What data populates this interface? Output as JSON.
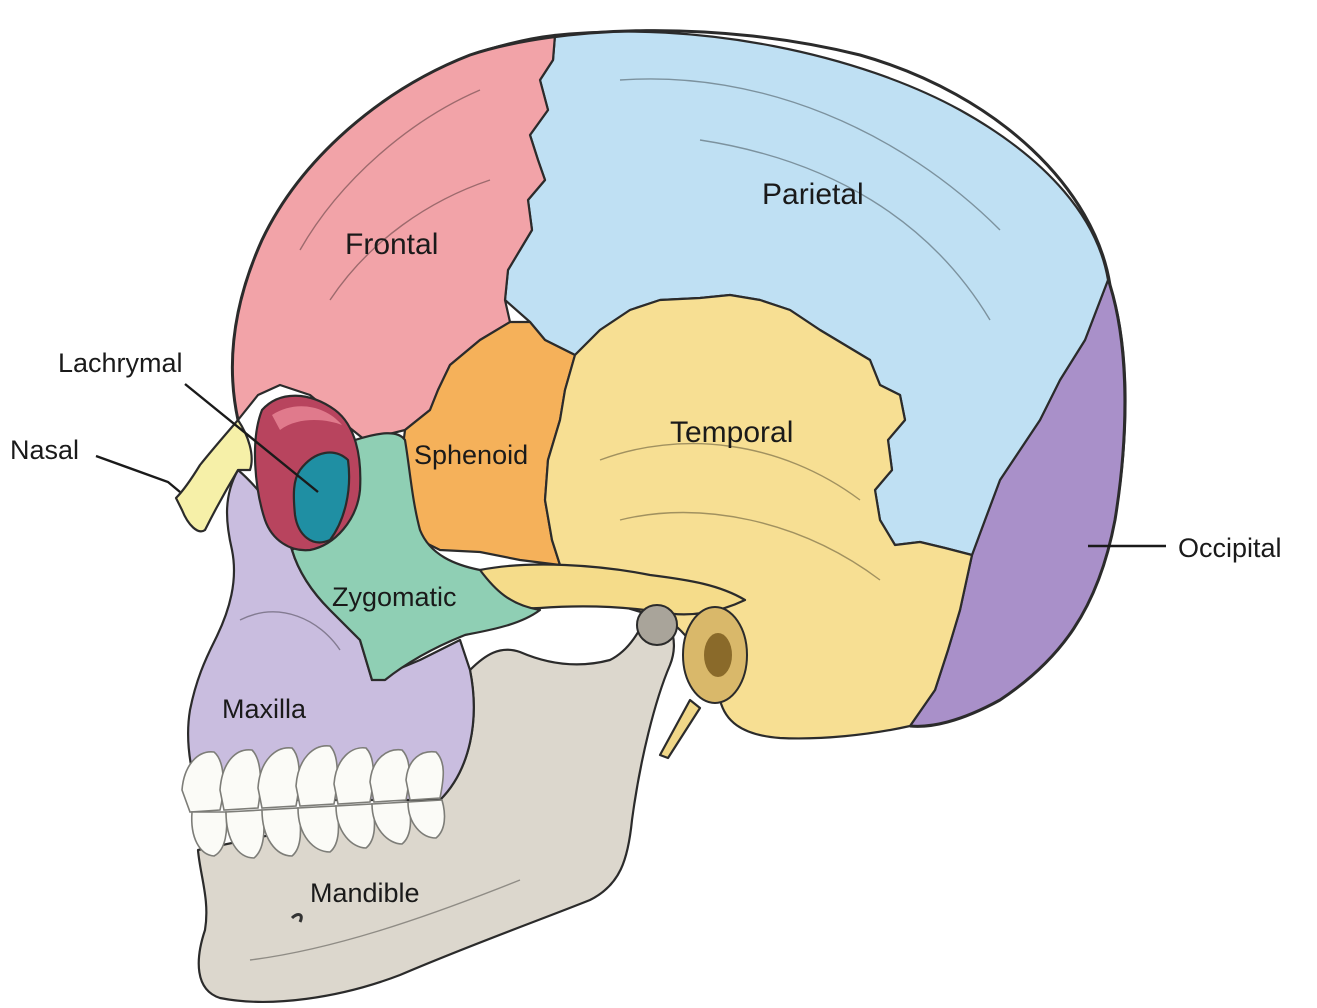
{
  "labels": {
    "frontal": "Frontal",
    "parietal": "Parietal",
    "lachrymal": "Lachrymal",
    "nasal": "Nasal",
    "sphenoid": "Sphenoid",
    "temporal": "Temporal",
    "occipital": "Occipital",
    "zygomatic": "Zygomatic",
    "maxilla": "Maxilla",
    "mandible": "Mandible"
  },
  "colors": {
    "frontal": "#f2a3a8",
    "parietal": "#bfe0f3",
    "sphenoid": "#f5b15a",
    "temporal": "#f7df93",
    "occipital": "#a990c9",
    "zygomatic": "#8fcfb4",
    "maxilla": "#c9bddf",
    "mandible": "#dcd7cd",
    "nasal": "#f6f0a8",
    "lachrymal": "#1f8fa3",
    "orbit": "#b8445e",
    "teeth": "#fbfbf7",
    "outline": "#2b2b2b"
  }
}
